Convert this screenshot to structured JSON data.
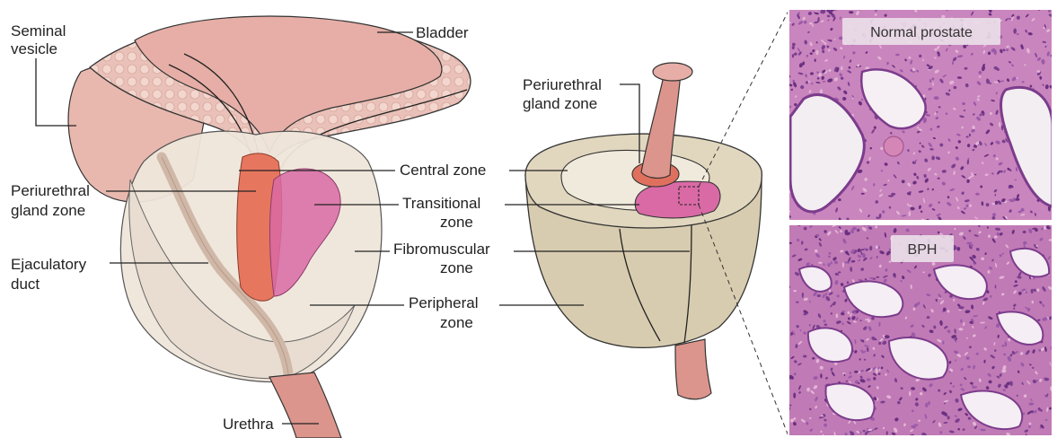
{
  "left_diagram": {
    "labels": {
      "seminal_vesicle_1": "Seminal",
      "seminal_vesicle_2": "vesicle",
      "bladder": "Bladder",
      "periurethral_1": "Periurethral",
      "periurethral_2": "gland zone",
      "ejaculatory_1": "Ejaculatory",
      "ejaculatory_2": "duct",
      "urethra": "Urethra"
    }
  },
  "shared_labels": {
    "central_zone": "Central zone",
    "transitional_1": "Transitional",
    "transitional_2": "zone",
    "fibromuscular_1": "Fibromuscular",
    "fibromuscular_2": "zone",
    "peripheral_1": "Peripheral",
    "peripheral_2": "zone"
  },
  "right_diagram": {
    "labels": {
      "periurethral_1": "Periurethral",
      "periurethral_2": "gland zone"
    }
  },
  "micrographs": {
    "top_label": "Normal prostate",
    "bottom_label": "BPH"
  },
  "colors": {
    "bladder": "#e6aea6",
    "bladder_wall": "#e9c1b8",
    "capsule": "#efe6da",
    "central_zone": "#e7765f",
    "transitional_zone": "#d96aa5",
    "cylinder": "#d8ccb0",
    "urethra": "#dc958c",
    "tissue": "#cc8cc0"
  }
}
